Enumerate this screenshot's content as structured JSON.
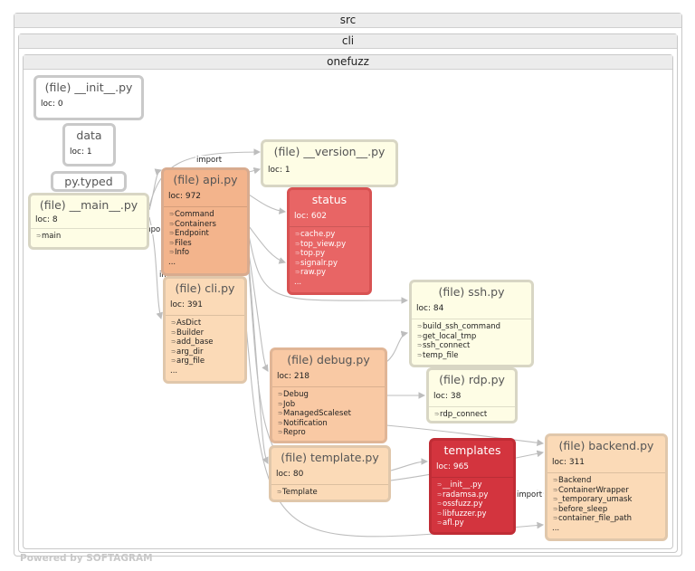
{
  "containers": {
    "src": "src",
    "cli": "cli",
    "onefuzz": "onefuzz"
  },
  "nodes": {
    "init": {
      "title": "(file) __init__.py",
      "loc": "loc: 0"
    },
    "data": {
      "title": "data",
      "loc": "loc: 1"
    },
    "pytyped": {
      "title": "py.typed"
    },
    "main": {
      "title": "(file) __main__.py",
      "loc": "loc: 8",
      "items": [
        "main"
      ]
    },
    "version": {
      "title": "(file) __version__.py",
      "loc": "loc: 1"
    },
    "api": {
      "title": "(file) api.py",
      "loc": "loc: 972",
      "items": [
        "Command",
        "Containers",
        "Endpoint",
        "Files",
        "Info"
      ],
      "more": "..."
    },
    "status": {
      "title": "status",
      "loc": "loc: 602",
      "items": [
        "cache.py",
        "top_view.py",
        "top.py",
        "signalr.py",
        "raw.py"
      ],
      "more": "..."
    },
    "cli": {
      "title": "(file) cli.py",
      "loc": "loc: 391",
      "items": [
        "AsDict",
        "Builder",
        "add_base",
        "arg_dir",
        "arg_file"
      ],
      "more": "..."
    },
    "ssh": {
      "title": "(file) ssh.py",
      "loc": "loc: 84",
      "items": [
        "build_ssh_command",
        "get_local_tmp",
        "ssh_connect",
        "temp_file"
      ]
    },
    "debug": {
      "title": "(file) debug.py",
      "loc": "loc: 218",
      "items": [
        "Debug",
        "Job",
        "ManagedScaleset",
        "Notification",
        "Repro"
      ]
    },
    "rdp": {
      "title": "(file) rdp.py",
      "loc": "loc: 38",
      "items": [
        "rdp_connect"
      ]
    },
    "template": {
      "title": "(file) template.py",
      "loc": "loc: 80",
      "items": [
        "Template"
      ]
    },
    "templates": {
      "title": "templates",
      "loc": "loc: 965",
      "items": [
        "__init__.py",
        "radamsa.py",
        "ossfuzz.py",
        "libfuzzer.py",
        "afl.py"
      ]
    },
    "backend": {
      "title": "(file) backend.py",
      "loc": "loc: 311",
      "items": [
        "Backend",
        "ContainerWrapper",
        "_temporary_umask",
        "before_sleep",
        "container_file_path"
      ],
      "more": "..."
    }
  },
  "edge_labels": {
    "import_top": "import",
    "import_main": "import",
    "import_cli": "import",
    "import_backend": "import"
  },
  "footer": "Powered by SOFTAGRAM"
}
